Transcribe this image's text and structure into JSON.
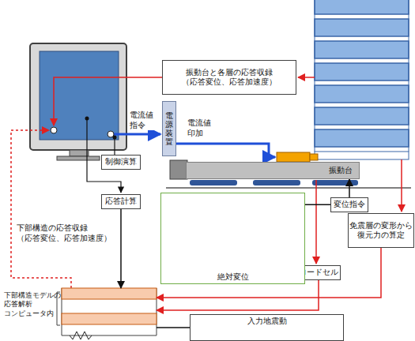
{
  "diagram": {
    "nodes": [
      {
        "text": [
          "振動台と各層の応答収録 （応答変位、応答加速度）"
        ]
      },
      {
        "text": [
          "制御演算"
        ]
      },
      {
        "text": [
          "電源装置"
        ]
      },
      {
        "text": [
          "変位指令"
        ]
      },
      {
        "text": [
          "免震層の変形から 復元力の算定"
        ]
      },
      {
        "text": [
          "ロードセル"
        ]
      },
      {
        "text": [
          "応答計算"
        ]
      },
      {
        "text": [
          "絶対変位"
        ]
      },
      {
        "text": [
          "振動台"
        ]
      },
      {
        "text": [
          "下部構造モデルの 応答解析 コンピュータ内"
        ]
      },
      {
        "text": [
          "入力地震動"
        ]
      }
    ],
    "edges": [
      {
        "from": 7,
        "to": 3,
        "arrow": "none"
      },
      {
        "from": 3,
        "to": 8,
        "arrow": "to"
      },
      {
        "from": 4,
        "to": 9,
        "arrow": "to"
      },
      {
        "from": 5,
        "to": 9,
        "arrow": "to"
      },
      {
        "from": 6,
        "to": 9,
        "arrow": "to"
      },
      {
        "from": 10,
        "to": 9,
        "arrow": "none"
      }
    ],
    "labels": [
      "電流値 指令",
      "電流値 印加",
      "下部構造の応答収録 （応答変位、応答加速度）"
    ]
  }
}
